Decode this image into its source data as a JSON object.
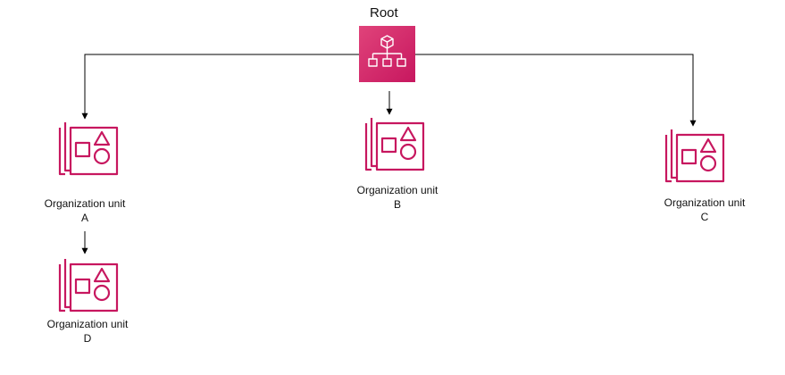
{
  "diagram": {
    "root": {
      "label": "Root",
      "icon": "organizations-root-icon",
      "icon_color": "#d6336c"
    },
    "units": [
      {
        "name": "Organization unit",
        "letter": "A",
        "icon": "organization-unit-icon"
      },
      {
        "name": "Organization unit",
        "letter": "B",
        "icon": "organization-unit-icon"
      },
      {
        "name": "Organization unit",
        "letter": "C",
        "icon": "organization-unit-icon"
      },
      {
        "name": "Organization unit",
        "letter": "D",
        "icon": "organization-unit-icon"
      }
    ],
    "edges": [
      {
        "from": "Root",
        "to": "A"
      },
      {
        "from": "Root",
        "to": "B"
      },
      {
        "from": "Root",
        "to": "C"
      },
      {
        "from": "A",
        "to": "D"
      }
    ],
    "colors": {
      "accent": "#c7175f",
      "root_fill": "#d6336c",
      "line": "#000000"
    }
  }
}
